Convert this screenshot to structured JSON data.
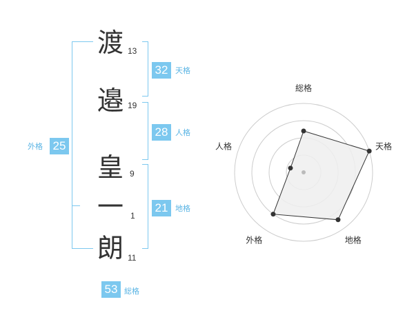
{
  "name_characters": [
    {
      "char": "渡",
      "strokes": "13"
    },
    {
      "char": "邉",
      "strokes": "19"
    },
    {
      "char": "皇",
      "strokes": "9"
    },
    {
      "char": "一",
      "strokes": "1"
    },
    {
      "char": "朗",
      "strokes": "11"
    }
  ],
  "fortunes": {
    "tenkaku": {
      "value": "32",
      "label": "天格"
    },
    "jinkaku": {
      "value": "28",
      "label": "人格"
    },
    "chikaku": {
      "value": "21",
      "label": "地格"
    },
    "gaikaku": {
      "value": "25",
      "label": "外格"
    },
    "soukaku": {
      "value": "53",
      "label": "総格"
    }
  },
  "chart_data": {
    "type": "radar",
    "axes": [
      "総格",
      "天格",
      "地格",
      "外格",
      "人格"
    ],
    "values": [
      0.6,
      1.0,
      0.85,
      0.75,
      0.2
    ],
    "range": [
      0,
      1
    ],
    "rings": 4,
    "colors": {
      "fill": "#eeeeee",
      "stroke": "#333333",
      "grid": "#cccccc"
    }
  },
  "colors": {
    "accent": "#7cc8ef",
    "accent_text": "#5ab4e4"
  }
}
